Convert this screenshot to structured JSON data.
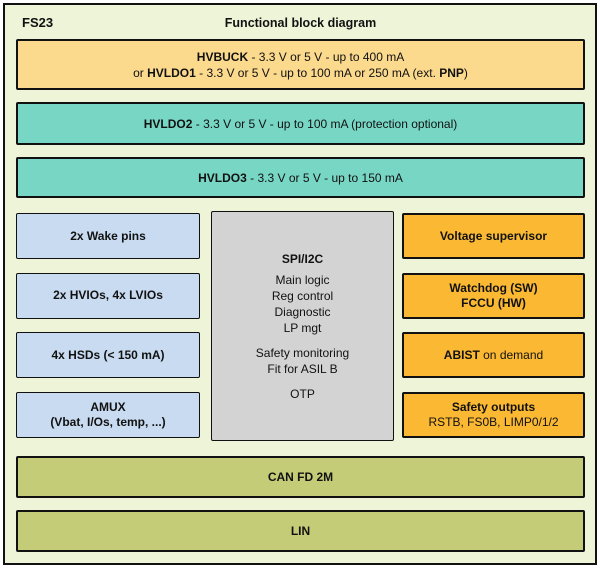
{
  "header": {
    "chip_label": "FS23",
    "title": "Functional block diagram"
  },
  "colors": {
    "canvas_background": "#eef4d7",
    "outline": "#111111",
    "buck_band": "#fbd98d",
    "ldo_band": "#78d6c4",
    "io_block": "#c9dbf1",
    "core_block": "#d3d3d3",
    "safety_block": "#fbb833",
    "comm_band": "#c4cc77"
  },
  "power_bands": {
    "hvbuck": {
      "l1_bold": "HVBUCK",
      "l1_rest": " - 3.3 V or 5 V - up to 400 mA",
      "l2_pre": "or ",
      "l2_bold": "HVLDO1",
      "l2_mid": " - 3.3 V or 5 V - up to 100 mA or 250 mA (ext. ",
      "l2_bold2": "PNP",
      "l2_post": ")"
    },
    "hvldo2": {
      "name": "HVLDO2",
      "desc": " - 3.3 V or 5 V - up to 100 mA (protection optional)"
    },
    "hvldo3": {
      "name": "HVLDO3",
      "desc": " - 3.3 V or 5 V - up to 150 mA"
    }
  },
  "io_blocks": {
    "wake": "2x Wake pins",
    "ios": "2x HVIOs, 4x LVIOs",
    "hsds": "4x HSDs (< 150 mA)",
    "amux_line1": "AMUX",
    "amux_line2": "(Vbat, I/Os, temp, ...)"
  },
  "core": {
    "title": "SPI/I2C",
    "group1": [
      "Main logic",
      "Reg control",
      "Diagnostic",
      "LP mgt"
    ],
    "group2": [
      "Safety monitoring",
      "Fit for ASIL B"
    ],
    "group3": [
      "OTP"
    ]
  },
  "safety_blocks": {
    "supervisor": "Voltage supervisor",
    "watchdog_line1": "Watchdog (SW)",
    "watchdog_line2": "FCCU (HW)",
    "abist_bold": "ABIST",
    "abist_rest": " on demand",
    "safety_line1": "Safety outputs",
    "safety_line2": "RSTB, FS0B, LIMP0/1/2"
  },
  "comm_bands": {
    "can": "CAN FD 2M",
    "lin": "LIN"
  }
}
